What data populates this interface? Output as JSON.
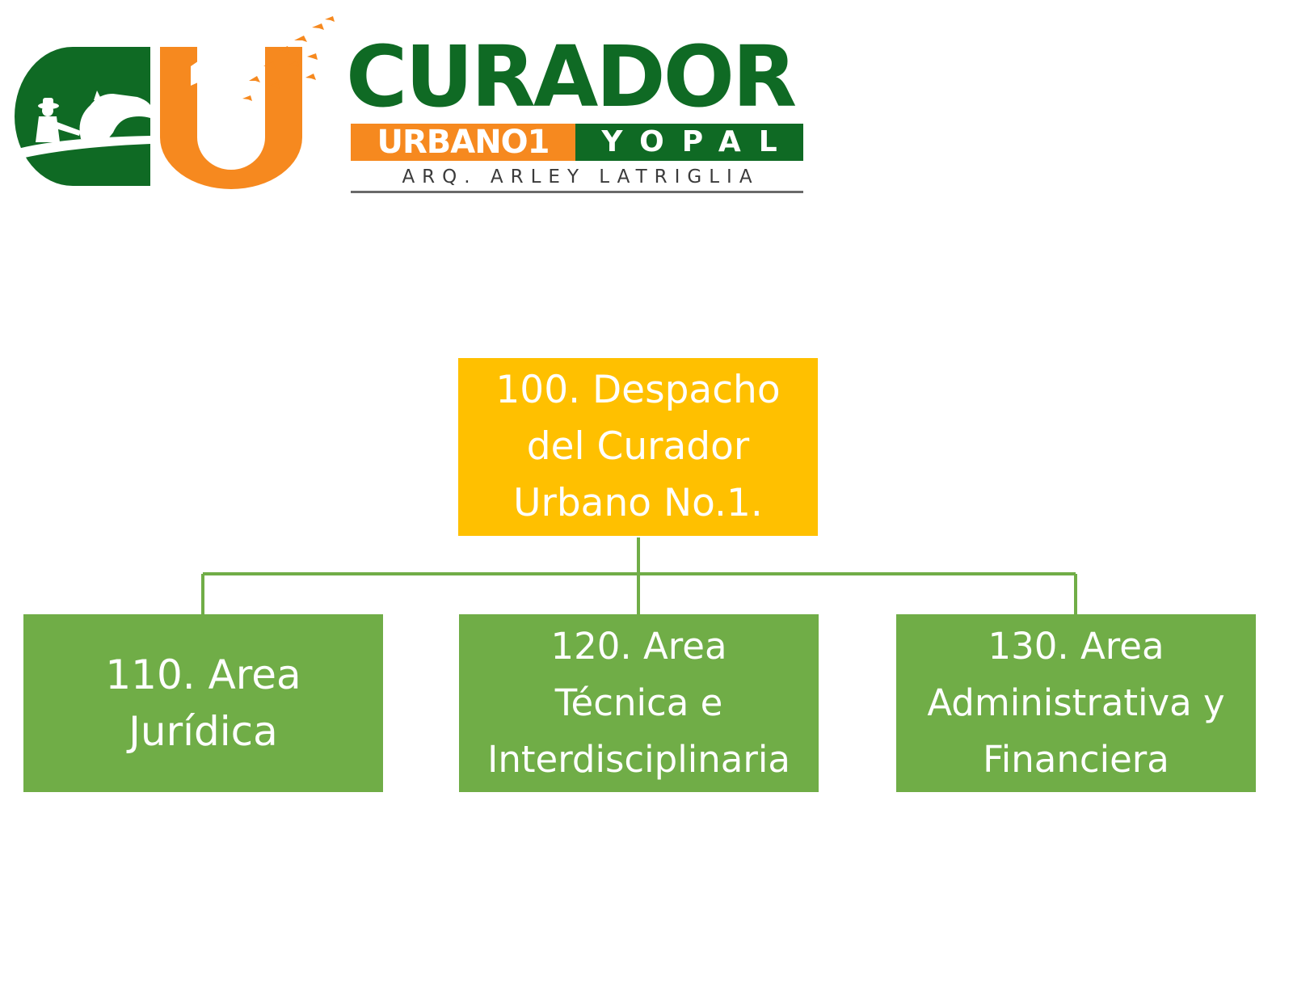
{
  "logo": {
    "mark": "CU1 monogram with rider-and-horse silhouette and flying birds",
    "brand_name": "CURADOR",
    "band_left": "URBANO1",
    "band_right": "YOPAL",
    "tagline": "ARQ. ARLEY LATRIGLIA",
    "colors": {
      "green": "#0f6a24",
      "orange": "#f6891f",
      "gray": "#3b3b3b"
    }
  },
  "org_chart": {
    "root": {
      "label": "100. Despacho\ndel Curador\nUrbano No.1.",
      "color": "#ffc000"
    },
    "children": [
      {
        "label": "110. Area\nJurídica",
        "color": "#70ad47"
      },
      {
        "label": "120. Area\nTécnica e\nInterdisciplinaria",
        "color": "#70ad47"
      },
      {
        "label": "130. Area\nAdministrativa y\nFinanciera",
        "color": "#70ad47"
      }
    ],
    "connector_color": "#70ad47"
  }
}
